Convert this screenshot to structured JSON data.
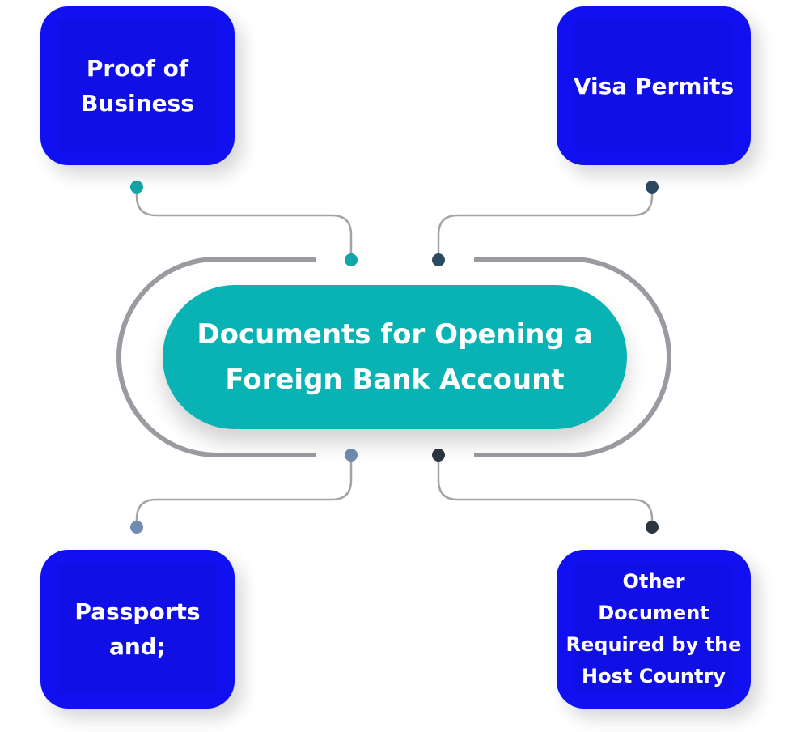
{
  "center": {
    "line1": "Documents for Opening a",
    "line2": "Foreign Bank Account"
  },
  "nodes": {
    "top_left": {
      "line1": "Proof of",
      "line2": "Business"
    },
    "top_right": {
      "line1": "Visa Permits"
    },
    "bottom_left": {
      "line1": "Passports",
      "line2": "and;"
    },
    "bottom_right": {
      "line1": "Other",
      "line2": "Document",
      "line3": "Required by the",
      "line4": "Host Country"
    }
  },
  "colors": {
    "node_fill": "#1010f0",
    "center_fill": "#0ab3b3",
    "ring_stroke": "#9a9aa0",
    "dot_teal": "#11a6a8",
    "dot_navy": "#2e4a63",
    "dot_slate": "#6f8bb0",
    "dot_dark": "#2b3640"
  }
}
